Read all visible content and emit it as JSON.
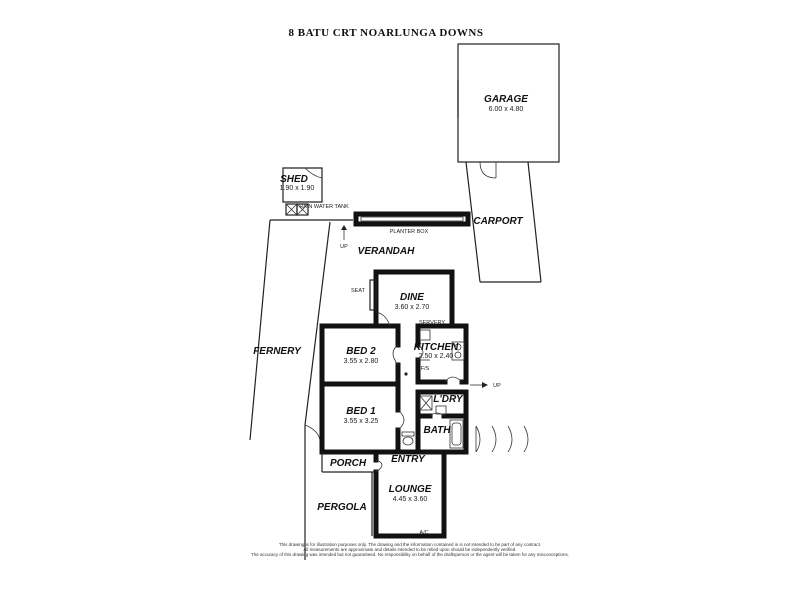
{
  "title": "8 BATU CRT NOARLUNGA DOWNS",
  "rooms": {
    "garage": {
      "label": "GARAGE",
      "dim": "6.00 x 4.80"
    },
    "carport": {
      "label": "CARPORT"
    },
    "shed": {
      "label": "SHED",
      "dim": "1.90 x 1.90"
    },
    "rain_water_tank": {
      "label": "RAIN WATER TANK"
    },
    "planter_box": {
      "label": "PLANTER BOX"
    },
    "verandah": {
      "label": "VERANDAH"
    },
    "seat": {
      "label": "SEAT"
    },
    "dine": {
      "label": "DINE",
      "dim": "3.60 x 2.70"
    },
    "servery": {
      "label": "SERVERY"
    },
    "kitchen": {
      "label": "KITCHEN",
      "dim": "2.50 x 2.40"
    },
    "fs": {
      "label": "F/S"
    },
    "fernery": {
      "label": "FERNERY"
    },
    "bed2": {
      "label": "BED 2",
      "dim": "3.55 x 2.80"
    },
    "bed1": {
      "label": "BED 1",
      "dim": "3.55 x 3.25"
    },
    "ldry": {
      "label": "L'DRY"
    },
    "bath": {
      "label": "BATH"
    },
    "porch": {
      "label": "PORCH"
    },
    "entry": {
      "label": "ENTRY"
    },
    "lounge": {
      "label": "LOUNGE",
      "dim": "4.45 x 3.60"
    },
    "pergola": {
      "label": "PERGOLA"
    },
    "ac": {
      "label": "A/C"
    }
  },
  "arrows": {
    "up_left": "UP",
    "up_right": "UP"
  },
  "disclaimer": [
    "This drawing is for illustration purposes only. The drawing and the information contained in is not intended to be part of any contract.",
    "All measurements are approximate and details intended to be relied upon should be independently verified.",
    "The accuracy of this drawing was intended but not guaranteed. No responsibility on behalf of the draftsperson or the agent will be taken for any misconceptions."
  ]
}
